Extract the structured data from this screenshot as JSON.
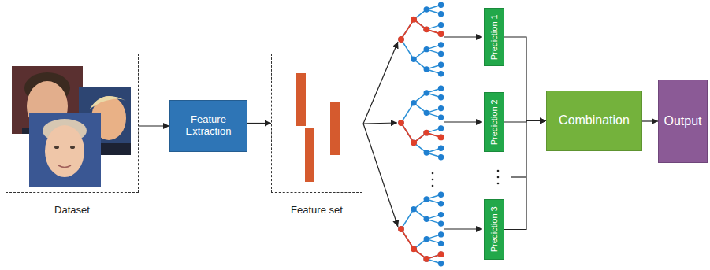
{
  "diagram": {
    "nodes": [
      {
        "text": [
          "Dataset"
        ]
      },
      {
        "text": [
          "Feature Extraction"
        ]
      },
      {
        "text": [
          "Feature set"
        ]
      },
      {
        "text": [
          "Prediction 1"
        ]
      },
      {
        "text": [
          "Prediction 2"
        ]
      },
      {
        "text": [
          "Prediction 3"
        ]
      },
      {
        "text": [
          "Combination"
        ]
      },
      {
        "text": [
          "Output"
        ]
      }
    ],
    "edges": [
      {
        "from": 0,
        "to": 1,
        "arrow": "to"
      },
      {
        "from": 1,
        "to": 2,
        "arrow": "to"
      },
      {
        "from": 3,
        "to": 6,
        "arrow": "to"
      },
      {
        "from": 4,
        "to": 6,
        "arrow": "to"
      },
      {
        "from": 5,
        "to": 6,
        "arrow": "to"
      },
      {
        "from": 6,
        "to": 7,
        "arrow": "to"
      }
    ]
  }
}
